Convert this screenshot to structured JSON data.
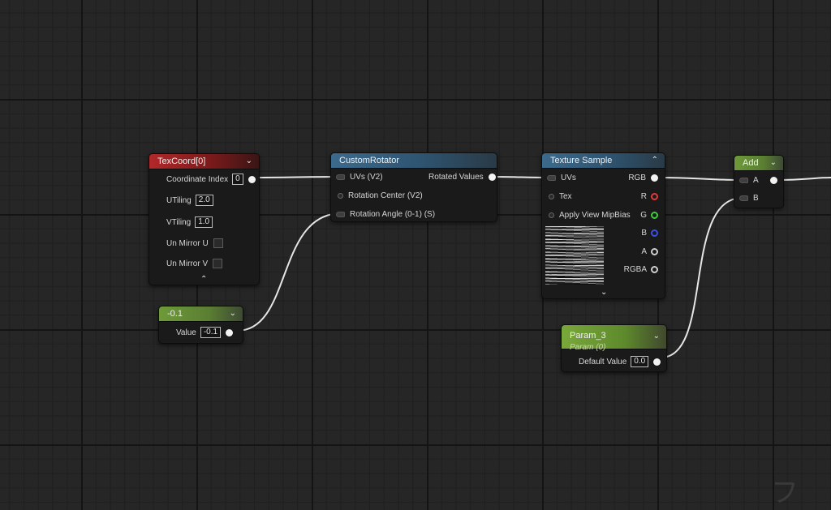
{
  "nodes": {
    "texcoord": {
      "title": "TexCoord[0]",
      "coordinate_index_label": "Coordinate Index",
      "coordinate_index_value": "0",
      "utiling_label": "UTiling",
      "utiling_value": "2.0",
      "vtiling_label": "VTiling",
      "vtiling_value": "1.0",
      "un_mirror_u_label": "Un Mirror U",
      "un_mirror_v_label": "Un Mirror V"
    },
    "constant": {
      "title": "-0.1",
      "value_label": "Value",
      "value": "-0.1"
    },
    "custom_rotator": {
      "title": "CustomRotator",
      "uvs_label": "UVs (V2)",
      "rotation_center_label": "Rotation Center (V2)",
      "rotation_angle_label": "Rotation Angle (0-1) (S)",
      "rotated_values_label": "Rotated Values"
    },
    "texture_sample": {
      "title": "Texture Sample",
      "uvs_label": "UVs",
      "tex_label": "Tex",
      "apply_mip_label": "Apply View MipBias",
      "rgb_label": "RGB",
      "r_label": "R",
      "g_label": "G",
      "b_label": "B",
      "a_label": "A",
      "rgba_label": "RGBA"
    },
    "param": {
      "title": "Param_3",
      "subtitle": "Param (0)",
      "default_value_label": "Default Value",
      "default_value": "0.0"
    },
    "add": {
      "title": "Add",
      "a_label": "A",
      "b_label": "B"
    }
  },
  "icons": {
    "collapse": "chevron-down-icon",
    "expand": "chevron-up-icon",
    "more": "chevron-down-icon"
  },
  "watermark": "フ"
}
